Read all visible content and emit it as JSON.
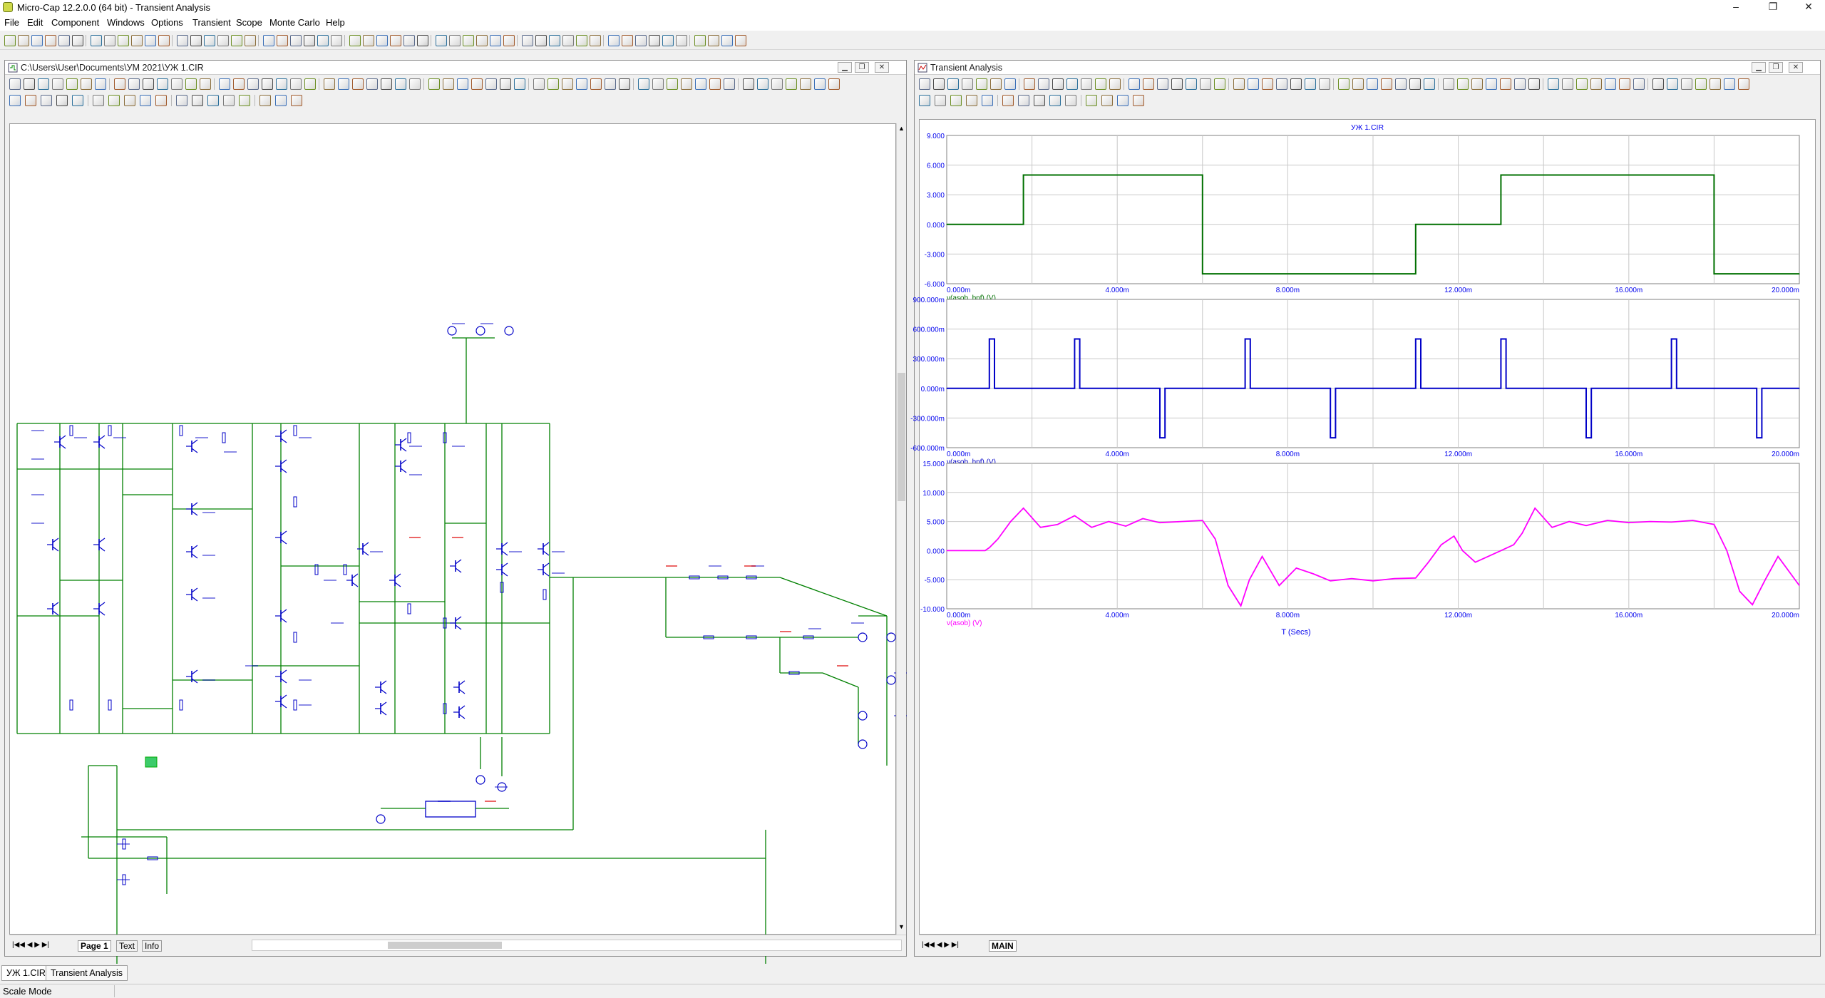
{
  "app": {
    "title": "Micro-Cap 12.2.0.0 (64 bit) - Transient Analysis",
    "window_controls": {
      "minimize": "–",
      "maximize": "❐",
      "close": "✕"
    }
  },
  "menu": [
    "File",
    "Edit",
    "Component",
    "Windows",
    "Options",
    "Transient",
    "Scope",
    "Monte Carlo",
    "Help"
  ],
  "schematic_window": {
    "title": "C:\\Users\\User\\Documents\\УМ 2021\\УЖ 1.CIR",
    "page_tabs": [
      "Page 1",
      "Text",
      "Info"
    ]
  },
  "analysis_window": {
    "title": "Transient Analysis",
    "plot_title": "УЖ 1.CIR",
    "tab": "MAIN",
    "x_axis_label": "T (Secs)"
  },
  "doc_tabs": [
    "УЖ 1.CIR",
    "Transient Analysis"
  ],
  "status": {
    "mode": "Scale Mode"
  },
  "colors": {
    "series1": "#007000",
    "series2": "#0000c8",
    "series3": "#ff00ff",
    "wire": "#008000",
    "component": "#0000c8",
    "grid": "#c8c8c8",
    "tick_text": "#0000ee"
  },
  "chart_data": [
    {
      "type": "line",
      "title": "УЖ 1.CIR",
      "series": [
        {
          "name": "v(asob_bpf) (V)",
          "x": [
            0,
            1.8,
            1.8,
            6.0,
            6.0,
            11.0,
            11.0,
            13.0,
            13.0,
            18.0,
            18.0,
            20.0
          ],
          "y": [
            0,
            0,
            5,
            5,
            -5,
            -5,
            0,
            0,
            5,
            5,
            -5,
            -5
          ]
        }
      ],
      "xlim": [
        0,
        20
      ],
      "ylim": [
        -6,
        9
      ],
      "x_ticks": [
        "0.000m",
        "4.000m",
        "8.000m",
        "12.000m",
        "16.000m",
        "20.000m"
      ],
      "y_ticks": [
        "9.000",
        "6.000",
        "3.000",
        "0.000",
        "-3.000",
        "-6.000"
      ],
      "grid": true
    },
    {
      "type": "line",
      "series": [
        {
          "name": "v(asob_hpf) (V)",
          "pulse_start_ms": [
            1.0,
            3.0,
            5.0,
            7.0,
            9.0,
            11.0,
            13.0,
            15.0,
            17.0,
            19.0
          ],
          "pulse_polarity": [
            1,
            1,
            -1,
            1,
            -1,
            1,
            1,
            -1,
            1,
            -1
          ],
          "pulse_amplitude": [
            500,
            500,
            -500,
            500,
            -500,
            500,
            500,
            -500,
            500,
            -500
          ]
        }
      ],
      "xlim": [
        0,
        20
      ],
      "ylim": [
        -600,
        900
      ],
      "x_ticks": [
        "0.000m",
        "4.000m",
        "8.000m",
        "12.000m",
        "16.000m",
        "20.000m"
      ],
      "y_ticks": [
        "900.000m",
        "600.000m",
        "300.000m",
        "0.000m",
        "-300.000m",
        "-600.000m"
      ],
      "grid": true
    },
    {
      "type": "line",
      "series": [
        {
          "name": "v(asob) (V)",
          "x": [
            0,
            0.9,
            1.0,
            1.2,
            1.5,
            1.8,
            2.2,
            2.6,
            3.0,
            3.4,
            3.8,
            4.2,
            4.6,
            5.0,
            5.5,
            6.0,
            6.3,
            6.6,
            6.9,
            7.1,
            7.4,
            7.8,
            8.2,
            8.6,
            9.0,
            9.5,
            10.0,
            10.5,
            11.0,
            11.3,
            11.6,
            11.9,
            12.1,
            12.4,
            12.7,
            13.0,
            13.3,
            13.5,
            13.8,
            14.2,
            14.6,
            15.0,
            15.5,
            16.0,
            16.5,
            17.0,
            17.5,
            18.0,
            18.3,
            18.6,
            18.9,
            19.2,
            19.5,
            19.8,
            20.0
          ],
          "y": [
            0,
            0,
            0.5,
            2,
            5,
            7.3,
            4,
            4.5,
            6,
            4,
            5,
            4.2,
            5.5,
            4.8,
            5,
            5.2,
            2,
            -6,
            -9.5,
            -5,
            -1,
            -6,
            -3,
            -4,
            -5.2,
            -4.8,
            -5.2,
            -4.8,
            -4.7,
            -2,
            1,
            2.5,
            0,
            -2,
            -1,
            0,
            1,
            3,
            7.3,
            4,
            5,
            4.3,
            5.2,
            4.8,
            5,
            4.9,
            5.2,
            4.5,
            0,
            -7,
            -9.3,
            -5,
            -1,
            -4,
            -6
          ]
        }
      ],
      "xlim": [
        0,
        20
      ],
      "ylim": [
        -10,
        15
      ],
      "x_ticks": [
        "0.000m",
        "4.000m",
        "8.000m",
        "12.000m",
        "16.000m",
        "20.000m"
      ],
      "y_ticks": [
        "15.000",
        "10.000",
        "5.000",
        "0.000",
        "-5.000",
        "-10.000"
      ],
      "xlabel": "T (Secs)",
      "grid": true
    }
  ]
}
